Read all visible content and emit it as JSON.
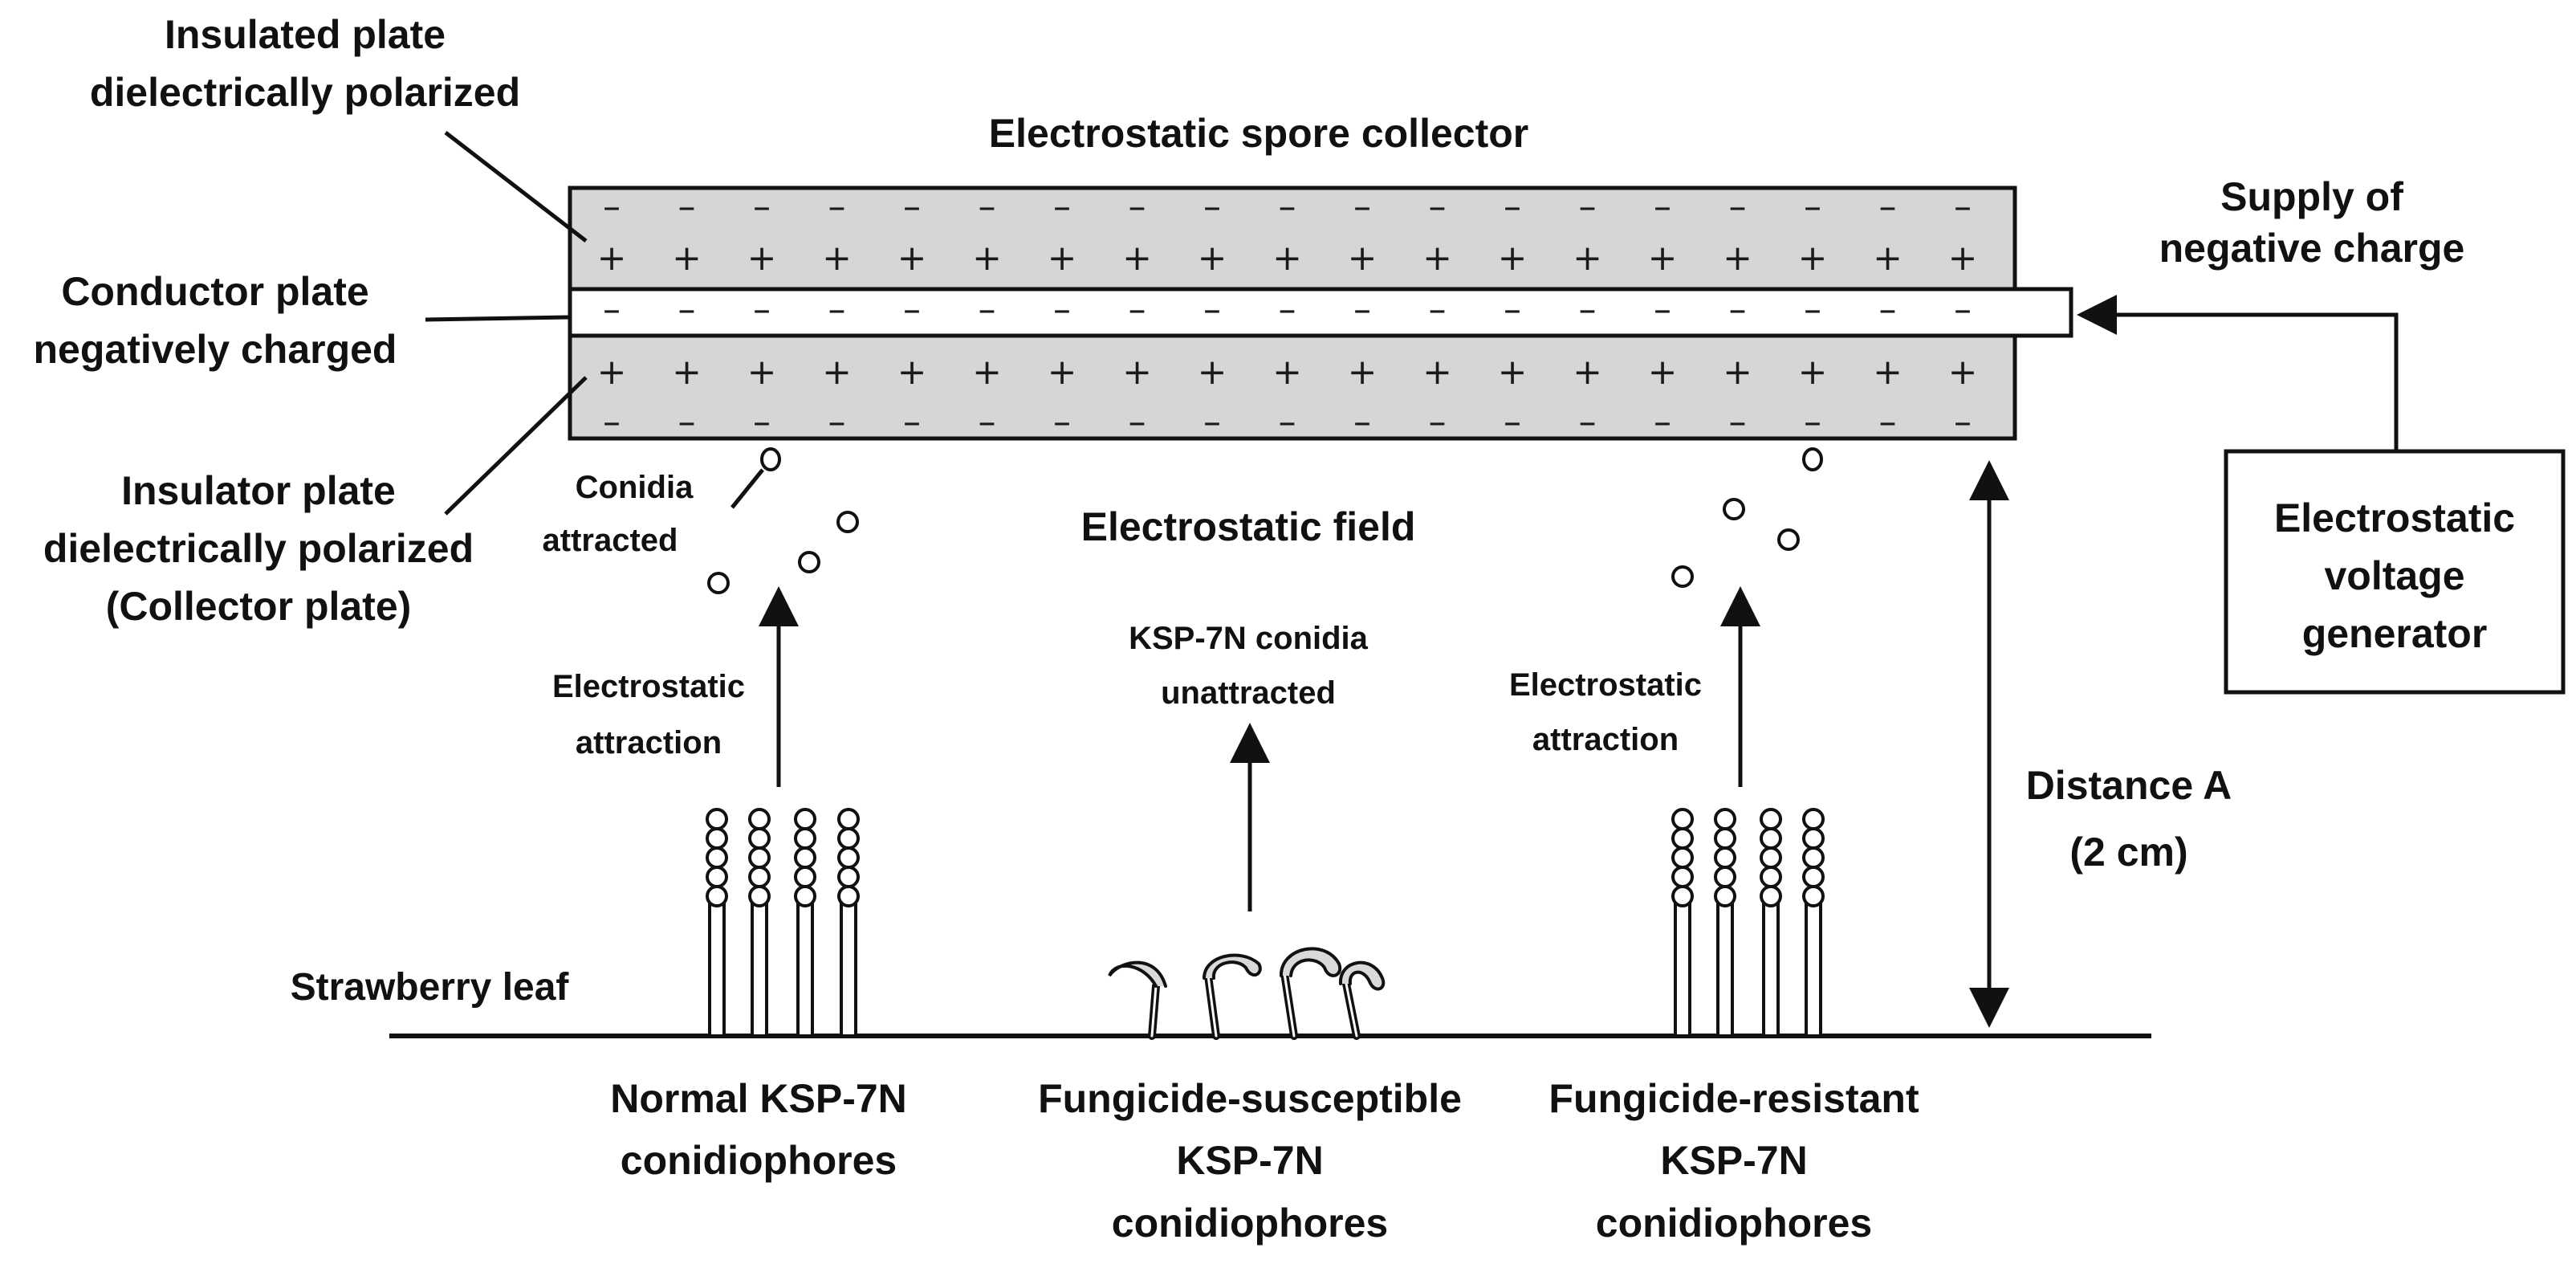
{
  "labels": {
    "insulated_top_1": "Insulated plate",
    "insulated_top_2": "dielectrically polarized",
    "collector_title": "Electrostatic spore collector",
    "conductor_1": "Conductor plate",
    "conductor_2": "negatively charged",
    "insulator_bottom_1": "Insulator  plate",
    "insulator_bottom_2": "dielectrically polarized",
    "insulator_bottom_3": "(Collector plate)",
    "supply_1": "Supply of",
    "supply_2": "negative charge",
    "generator_1": "Electrostatic",
    "generator_2": "voltage",
    "generator_3": "generator",
    "conidia_attracted_1": "Conidia",
    "conidia_attracted_2": "attracted",
    "field": "Electrostatic field",
    "attraction_left_1": "Electrostatic",
    "attraction_left_2": "attraction",
    "unattracted_1": "KSP-7N conidia",
    "unattracted_2": "unattracted",
    "attraction_right_1": "Electrostatic",
    "attraction_right_2": "attraction",
    "distance_1": "Distance A",
    "distance_2": "(2 cm)",
    "leaf": "Strawberry leaf",
    "normal_1": "Normal KSP-7N",
    "normal_2": "conidiophores",
    "susceptible_1": "Fungicide-susceptible",
    "susceptible_2": "KSP-7N",
    "susceptible_3": "conidiophores",
    "resistant_1": "Fungicide-resistant",
    "resistant_2": "KSP-7N",
    "resistant_3": "conidiophores"
  },
  "signs": {
    "positive": "+",
    "negative": "–"
  },
  "colors": {
    "insulator_fill": "#d6d6d6",
    "conductor_fill": "#ffffff",
    "stroke": "#111111"
  }
}
